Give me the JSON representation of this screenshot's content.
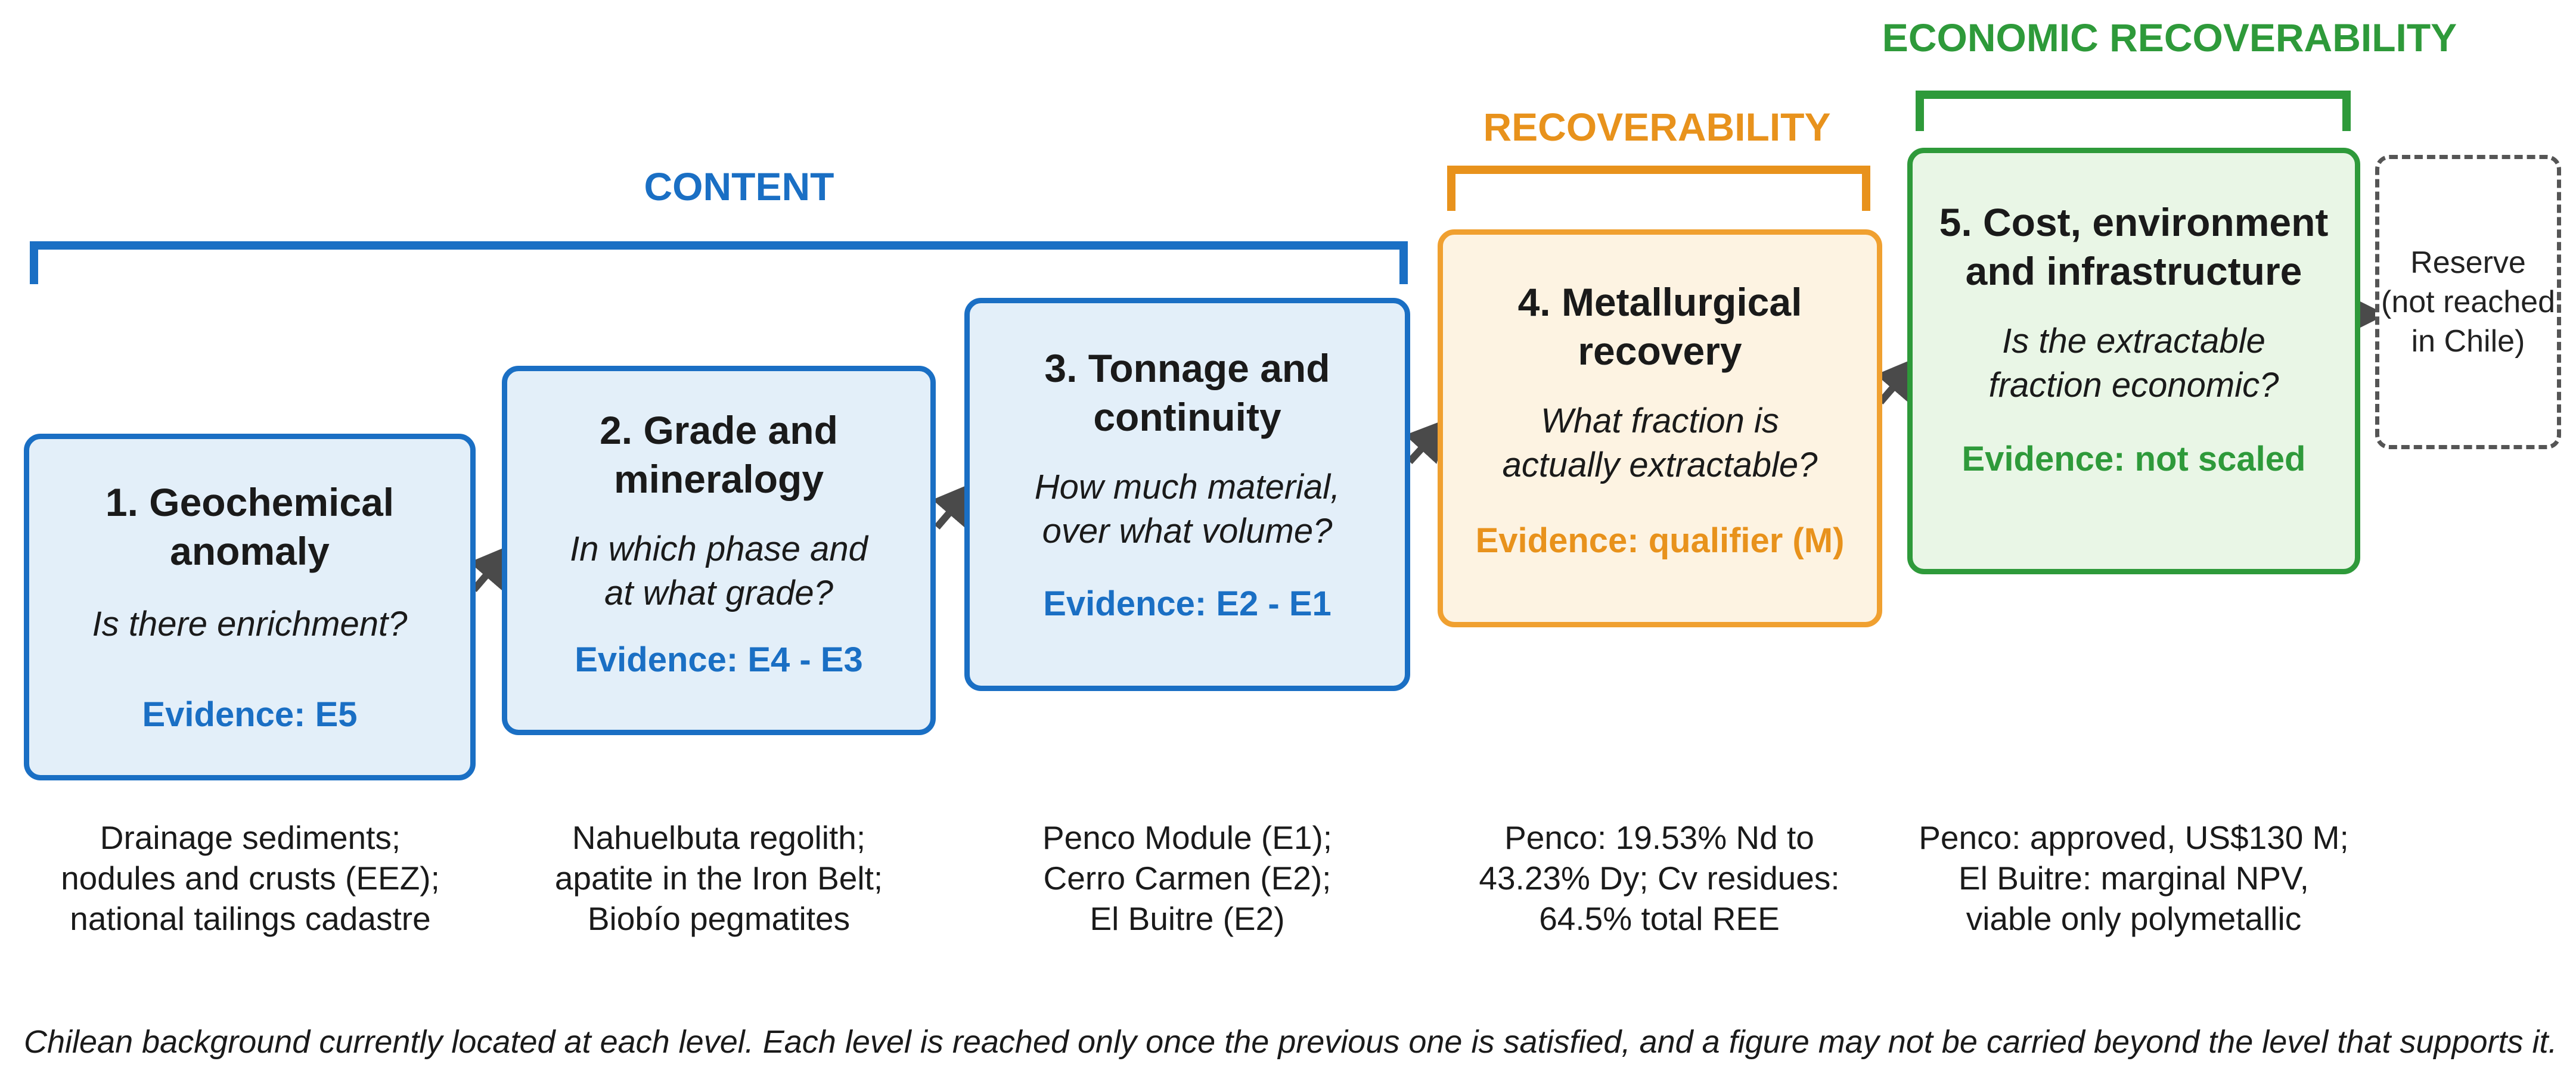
{
  "groups": {
    "content": "CONTENT",
    "recoverability": "RECOVERABILITY",
    "economic": "ECONOMIC RECOVERABILITY"
  },
  "colors": {
    "content": "#1a6fc4",
    "recoverability": "#e8921c",
    "economic": "#2e9a3a"
  },
  "stages": [
    {
      "title_l1": "1. Geochemical",
      "title_l2": "anomaly",
      "question_l1": "Is there enrichment?",
      "evidence": "Evidence: E5",
      "note_l1": "Drainage sediments;",
      "note_l2": "nodules and crusts (EEZ);",
      "note_l3": "national tailings cadastre"
    },
    {
      "title_l1": "2. Grade and",
      "title_l2": "mineralogy",
      "question_l1": "In which phase and",
      "question_l2": "at what grade?",
      "evidence": "Evidence: E4 - E3",
      "note_l1": "Nahuelbuta regolith;",
      "note_l2": "apatite in the Iron Belt;",
      "note_l3": "Biobío pegmatites"
    },
    {
      "title_l1": "3. Tonnage and",
      "title_l2": "continuity",
      "question_l1": "How much material,",
      "question_l2": "over what volume?",
      "evidence": "Evidence: E2 - E1",
      "note_l1": "Penco Module (E1);",
      "note_l2": "Cerro Carmen (E2);",
      "note_l3": "El Buitre (E2)"
    },
    {
      "title_l1": "4. Metallurgical",
      "title_l2": "recovery",
      "question_l1": "What fraction is",
      "question_l2": "actually extractable?",
      "evidence": "Evidence: qualifier (M)",
      "note_l1": "Penco: 19.53% Nd to",
      "note_l2": "43.23% Dy; Cv residues:",
      "note_l3": "64.5% total REE"
    },
    {
      "title_l1": "5. Cost, environment",
      "title_l2": "and infrastructure",
      "question_l1": "Is the extractable",
      "question_l2": "fraction economic?",
      "evidence": "Evidence: not scaled",
      "note_l1": "Penco: approved, US$130 M;",
      "note_l2": "El Buitre: marginal NPV,",
      "note_l3": "viable only polymetallic"
    }
  ],
  "reserve": {
    "l1": "Reserve",
    "l2": "(not reached",
    "l3": "in Chile)"
  },
  "caption": "Chilean background currently located at each level. Each level is reached only once the previous one is satisfied, and a figure may not be carried beyond the level that supports it."
}
